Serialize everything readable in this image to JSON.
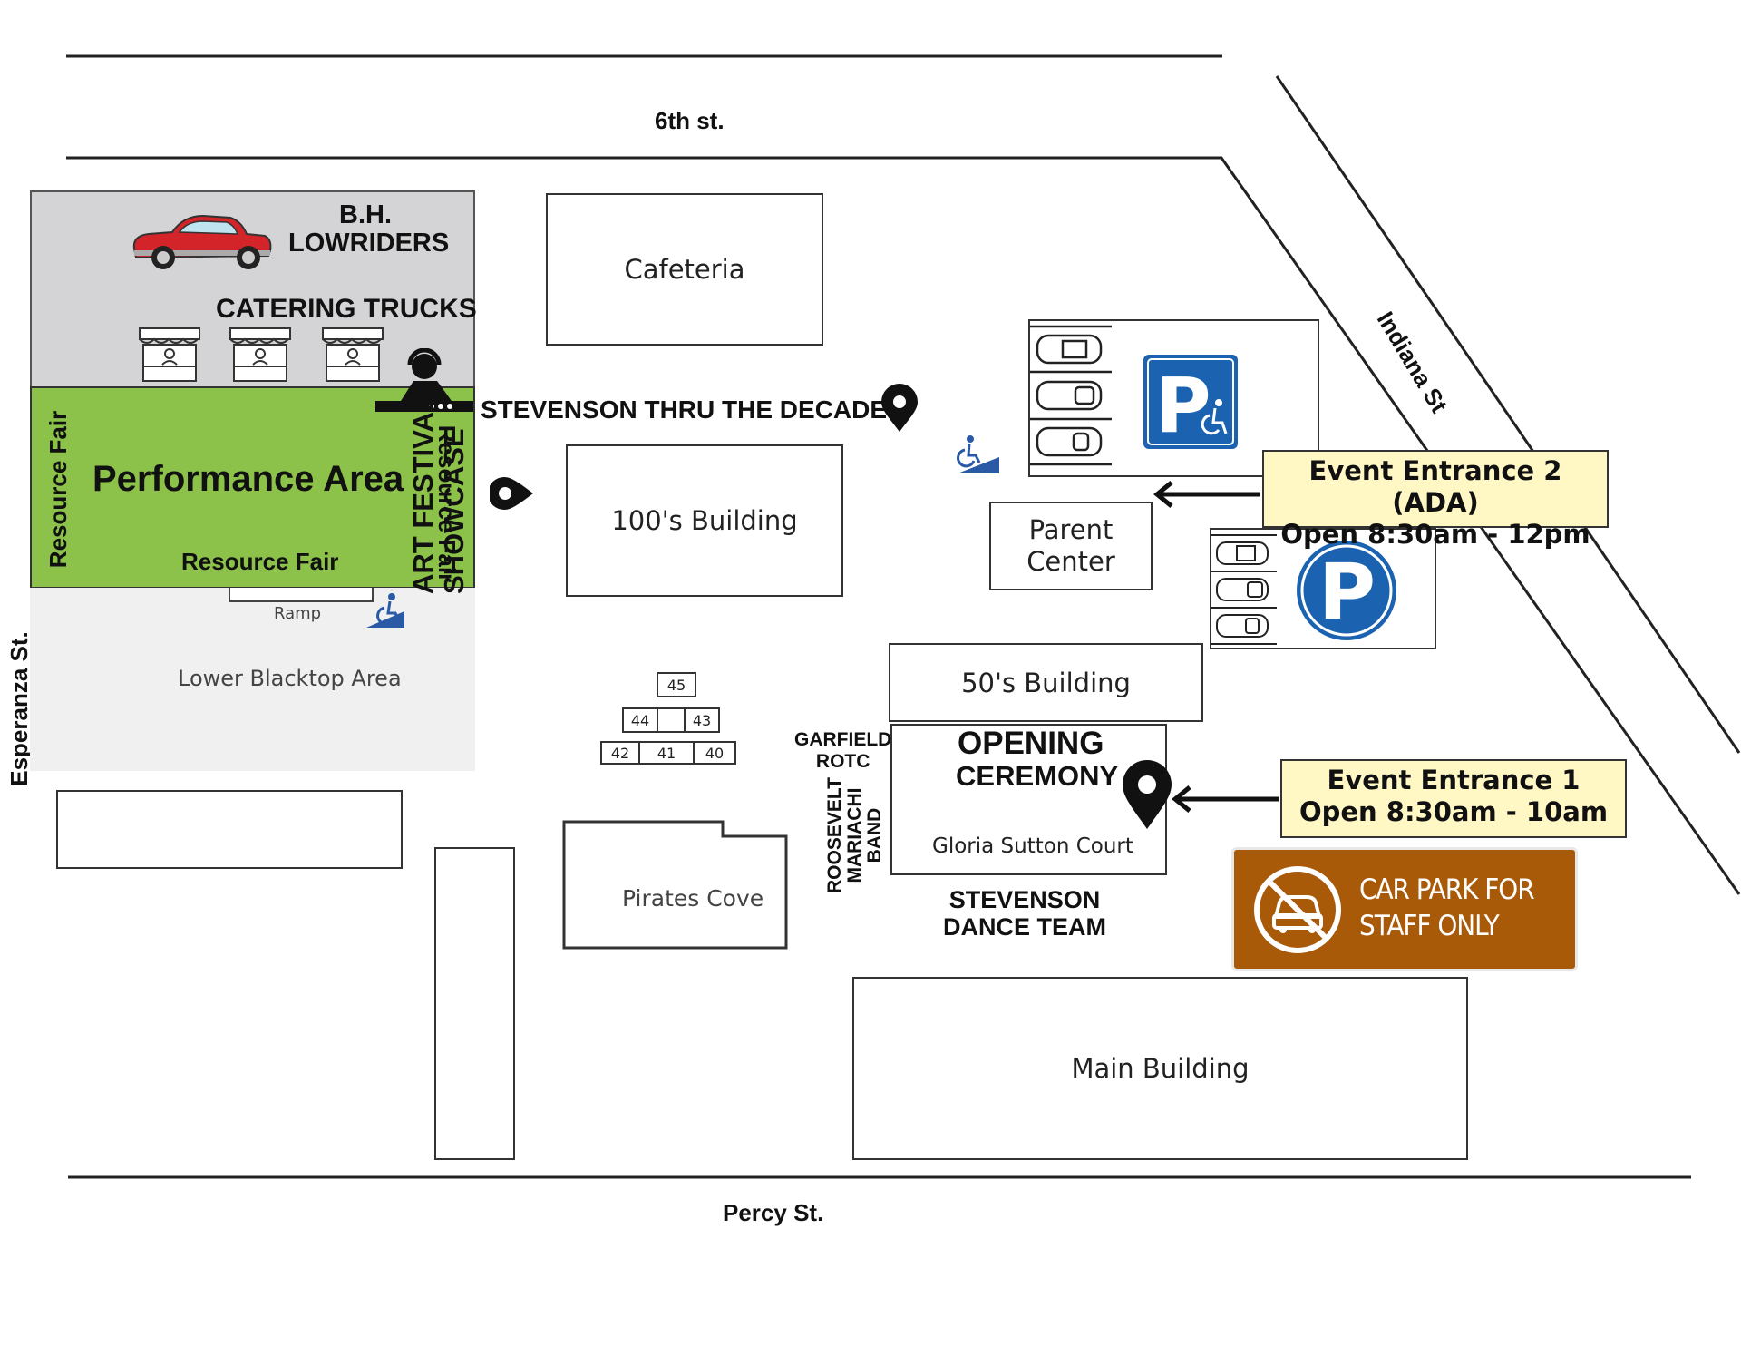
{
  "streets": {
    "north": "6th st.",
    "south": "Percy St.",
    "west": "Esperanza St.",
    "east": "Indiana St"
  },
  "zones": {
    "lowriders": "B.H.\nLOWRIDERS",
    "catering": "CATERING TRUCKS",
    "performance": "Performance Area",
    "resource_left": "Resource Fair",
    "resource_bottom": "Resource Fair",
    "resource_right": "Resource Fair",
    "ramp": "Ramp",
    "lower_blacktop": "Lower Blacktop Area"
  },
  "buildings": {
    "cafeteria": "Cafeteria",
    "hundreds": "100's Building",
    "parent_center": "Parent\nCenter",
    "fifties": "50's Building",
    "pirates_cove": "Pirates Cove",
    "main": "Main Building",
    "gloria": "Gloria Sutton Court"
  },
  "rooms": [
    "45",
    "44",
    "43",
    "42",
    "41",
    "40"
  ],
  "events": {
    "decades": "STEVENSON THRU THE DECADES",
    "art_festival": "ART FESTIVAL\nSHOWCASE",
    "garfield": "GARFIELD\nROTC",
    "roosevelt": "ROOSEVELT\nMARIACHI\nBAND",
    "opening": "OPENING",
    "ceremony": "CEREMONY",
    "dance": "STEVENSON\nDANCE TEAM"
  },
  "entrances": {
    "entrance2_title": "Event Entrance 2 (ADA)",
    "entrance2_hours": "Open 8:30am - 12pm",
    "entrance1_title": "Event Entrance 1",
    "entrance1_hours": "Open 8:30am - 10am"
  },
  "staff_parking": {
    "line1": "CAR PARK FOR",
    "line2": "STAFF ONLY"
  },
  "icons": [
    "car-icon",
    "food-stall-icon",
    "dj-icon",
    "map-pin-icon",
    "wheelchair-ramp-icon",
    "accessible-parking-icon",
    "parking-icon",
    "no-car-icon",
    "arrow-left-icon"
  ],
  "colors": {
    "catering_zone": "#d4d4d6",
    "performance_zone": "#8cc24a",
    "blacktop_zone": "#f0f0f0",
    "callout": "#fff7c4",
    "parking_blue": "#1b63b0",
    "staff_brown": "#a85a08"
  }
}
